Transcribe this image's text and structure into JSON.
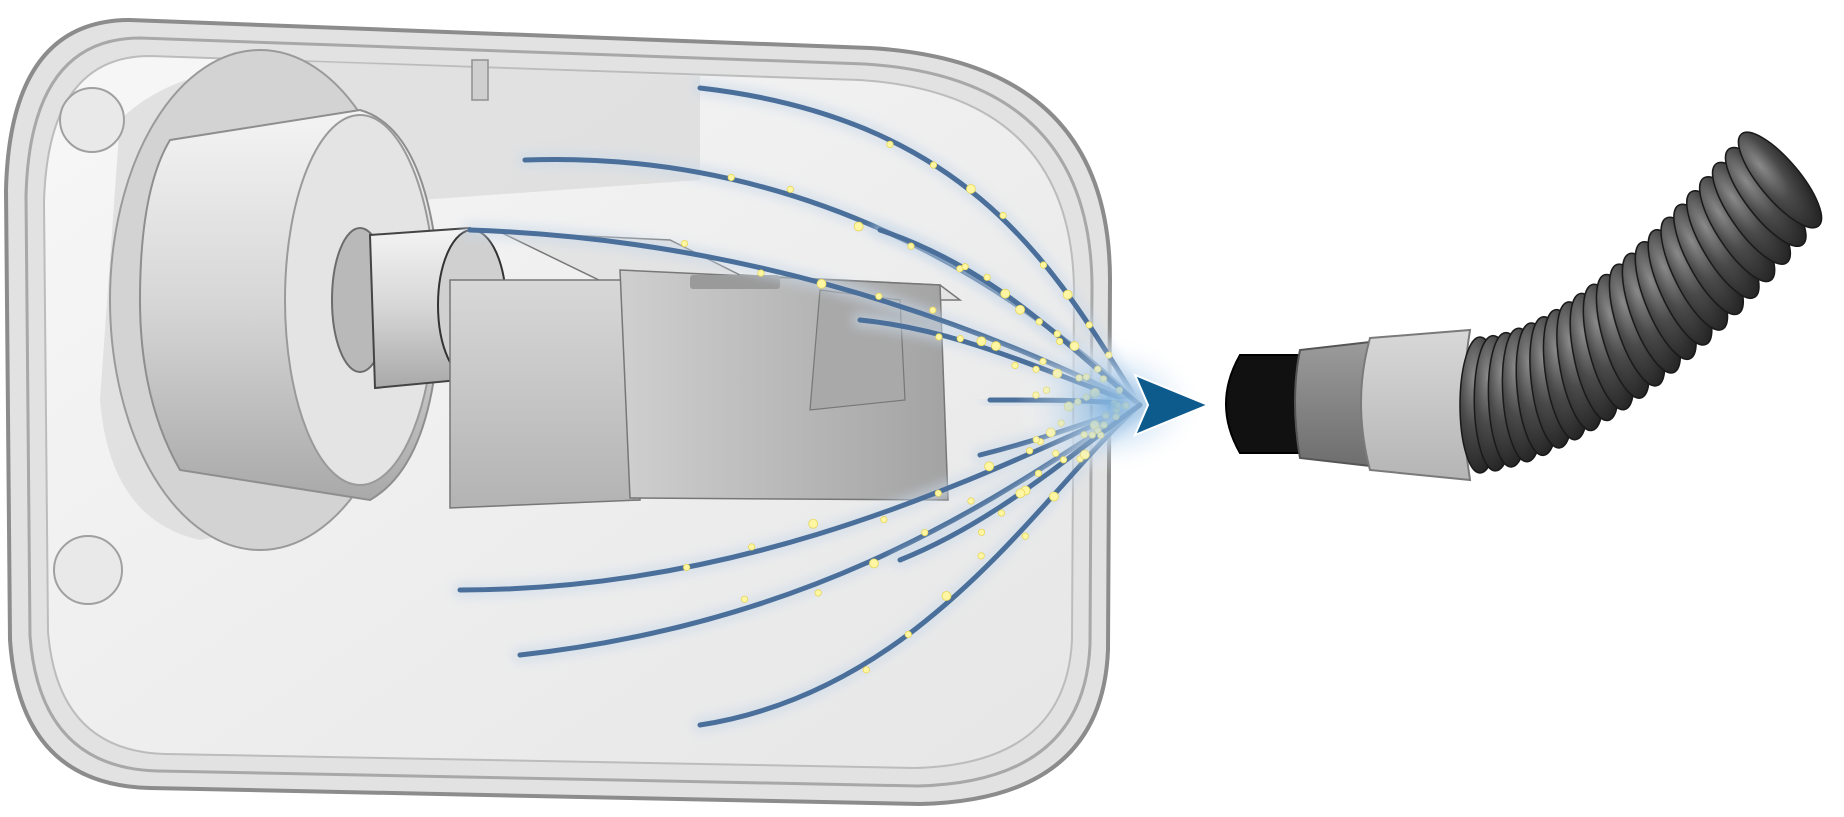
{
  "diagram": {
    "components": [
      {
        "id": "enclosure",
        "icon": "rounded-housing-icon"
      },
      {
        "id": "spindle-motor",
        "icon": "cylinder-motor-icon"
      },
      {
        "id": "tool-block",
        "icon": "block-icon"
      },
      {
        "id": "flow-streams",
        "icon": "airflow-lines-icon",
        "count": 11
      },
      {
        "id": "particles",
        "icon": "dust-particles-icon"
      },
      {
        "id": "flow-arrow",
        "icon": "arrowhead-icon"
      },
      {
        "id": "extraction-nozzle",
        "icon": "nozzle-icon"
      },
      {
        "id": "hose",
        "icon": "corrugated-hose-icon"
      }
    ]
  },
  "colors": {
    "background": "#ffffff",
    "enclosure_frame": "#9a9a9a",
    "enclosure_interior": "#f1f1f1",
    "machine_light": "#d9d9d9",
    "machine_mid": "#bdbdbd",
    "machine_dark": "#8f8f8f",
    "flow_line": "#4a6f9a",
    "flow_glow": "#c9d9ea",
    "particle": "#fff6a3",
    "arrow": "#0d5a8c",
    "nozzle_tip": "#111111",
    "nozzle_ring": "#8a8a8a",
    "nozzle_collar": "#c9c9c9",
    "hose": "#3a3a3a"
  }
}
